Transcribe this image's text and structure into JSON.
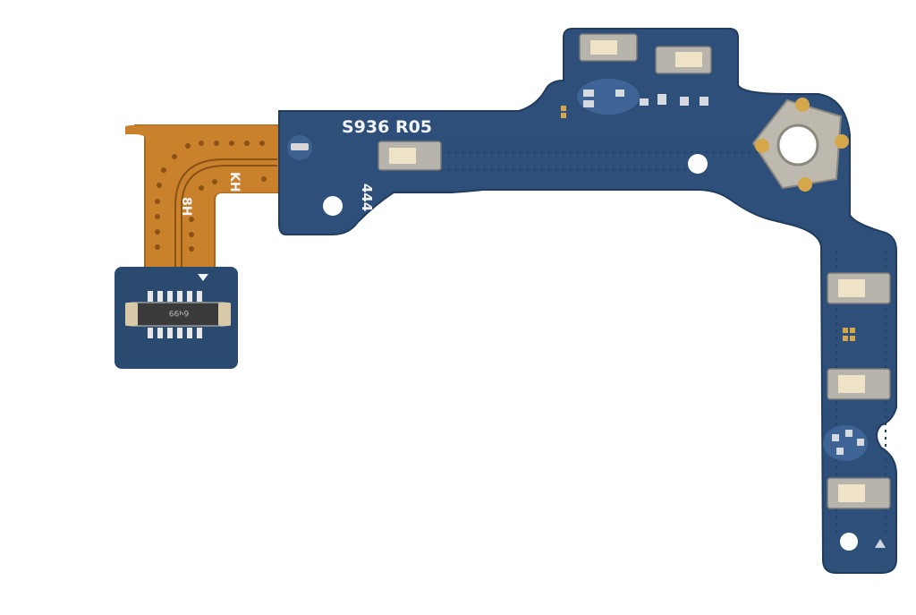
{
  "image": {
    "subject": "Antenna flex cable PCB board",
    "background": "#ffffff"
  },
  "board": {
    "silkscreen_model": "S936 R05",
    "silkscreen_code": "444",
    "flex_label_1": "KH",
    "flex_label_2": "8H",
    "connector_marking": "6ч99",
    "colors": {
      "pcb": "#2d4f7a",
      "pcb_dark": "#244467",
      "flex": "#c9812c",
      "flex_dark": "#a8661d",
      "contact_metal": "#c9c6bd",
      "contact_gold": "#e6d2a3",
      "gold_pad": "#d4a84a"
    }
  }
}
